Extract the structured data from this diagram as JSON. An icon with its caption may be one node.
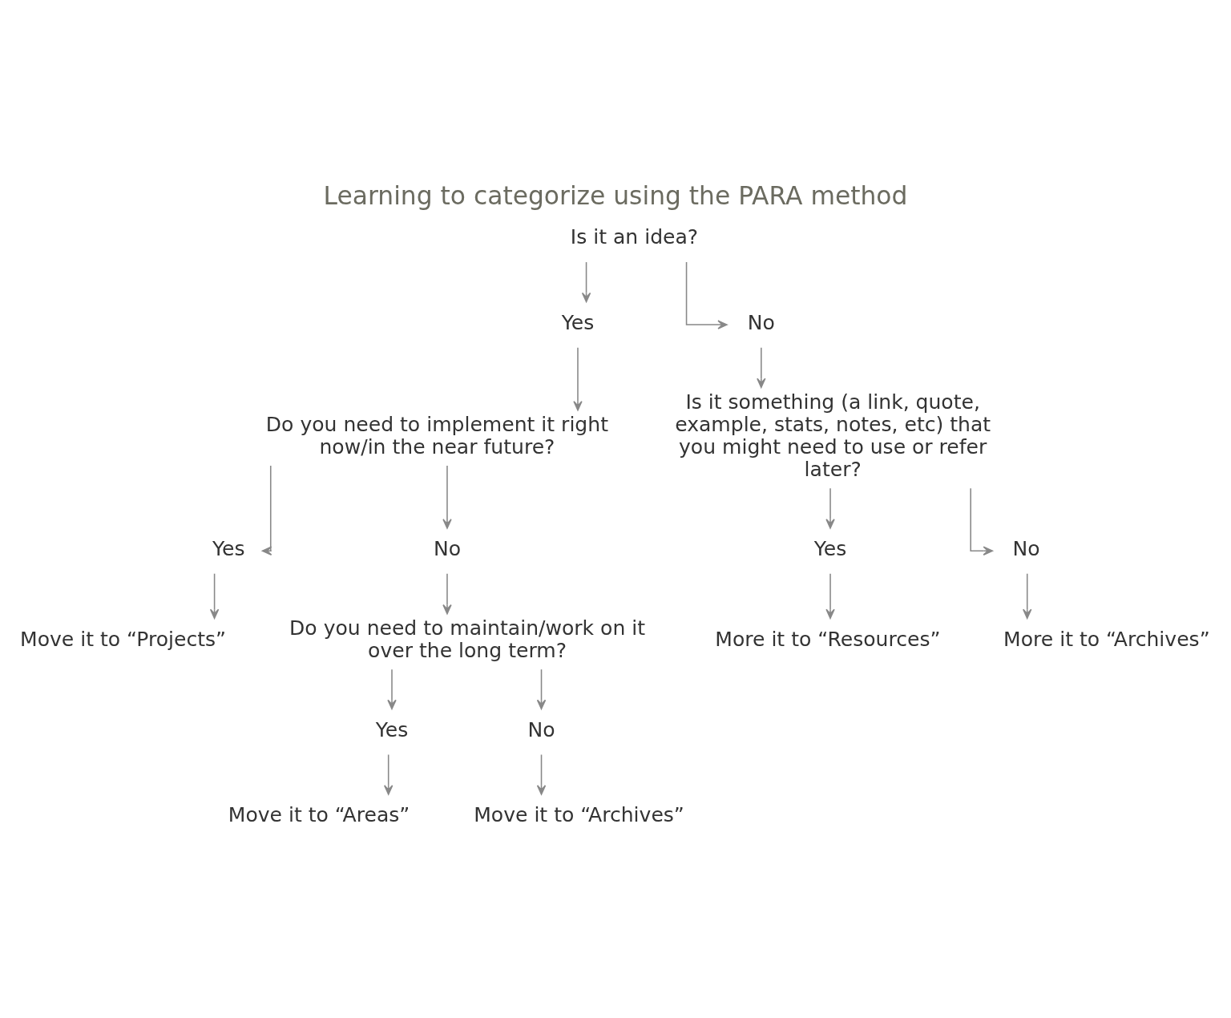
{
  "diagram": {
    "title": "Learning to categorize using the PARA method",
    "nodes": [
      {
        "text": [
          "Is it an idea?"
        ]
      },
      {
        "text": [
          "Yes"
        ]
      },
      {
        "text": [
          "No"
        ]
      },
      {
        "text": [
          "Do you need to implement it right now/in the near future?"
        ]
      },
      {
        "text": [
          "Is it something (a link, quote, example, stats, notes, etc) that you might need to use or refer later?"
        ]
      },
      {
        "text": [
          "Yes"
        ]
      },
      {
        "text": [
          "No"
        ]
      },
      {
        "text": [
          "Yes"
        ]
      },
      {
        "text": [
          "No"
        ]
      },
      {
        "text": [
          "Move it to “Projects”"
        ]
      },
      {
        "text": [
          "Do you need to maintain/work on it over the long term?"
        ]
      },
      {
        "text": [
          "More it to “Resources”"
        ]
      },
      {
        "text": [
          "More it to “Archives”"
        ]
      },
      {
        "text": [
          "Yes"
        ]
      },
      {
        "text": [
          "No"
        ]
      },
      {
        "text": [
          "Move it to “Areas”"
        ]
      },
      {
        "text": [
          "Move it to “Archives”"
        ]
      }
    ],
    "edges": [
      {
        "from": 0,
        "to": 1,
        "arrow": "to"
      },
      {
        "from": 0,
        "to": 2,
        "arrow": "to"
      },
      {
        "from": 1,
        "to": 3,
        "arrow": "to"
      },
      {
        "from": 2,
        "to": 4,
        "arrow": "to"
      },
      {
        "from": 3,
        "to": 5,
        "arrow": "to"
      },
      {
        "from": 3,
        "to": 6,
        "arrow": "to"
      },
      {
        "from": 4,
        "to": 7,
        "arrow": "to"
      },
      {
        "from": 4,
        "to": 8,
        "arrow": "to"
      },
      {
        "from": 5,
        "to": 9,
        "arrow": "to"
      },
      {
        "from": 6,
        "to": 10,
        "arrow": "to"
      },
      {
        "from": 7,
        "to": 11,
        "arrow": "to"
      },
      {
        "from": 8,
        "to": 12,
        "arrow": "to"
      },
      {
        "from": 10,
        "to": 13,
        "arrow": "to"
      },
      {
        "from": 10,
        "to": 14,
        "arrow": "to"
      },
      {
        "from": 13,
        "to": 15,
        "arrow": "to"
      },
      {
        "from": 14,
        "to": 16,
        "arrow": "to"
      }
    ]
  }
}
